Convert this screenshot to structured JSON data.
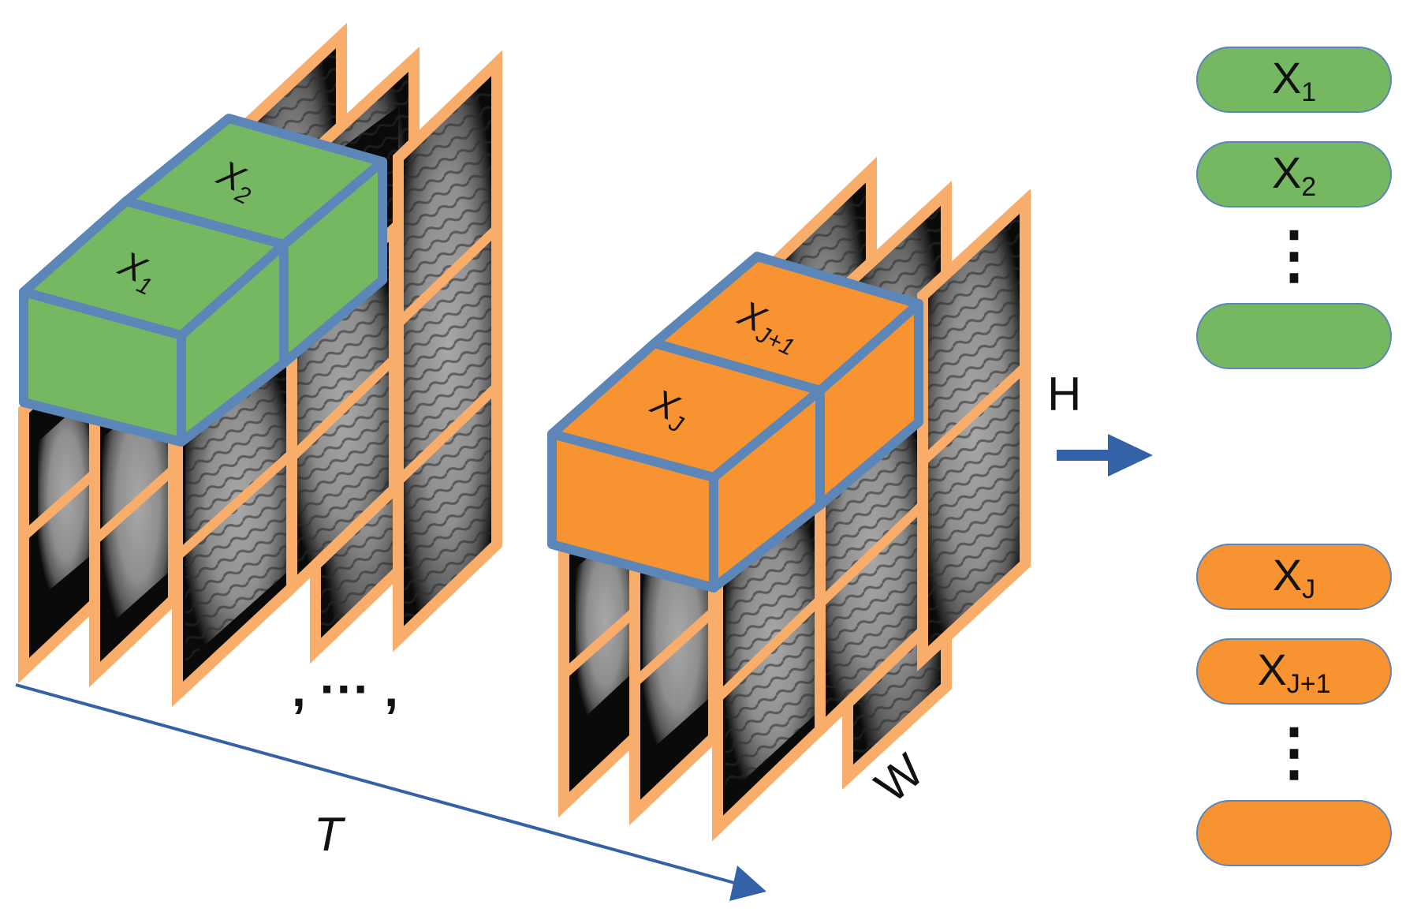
{
  "colors": {
    "frame": "#f9ad6a",
    "slice_bg": "#0a0a0a",
    "green": "#76b861",
    "orange": "#f79330",
    "cube_edge": "#5c86b8",
    "arrow": "#3462a8"
  },
  "volume_left": {
    "cube_labels": {
      "front": "X",
      "front_sub": "1",
      "back": "X",
      "back_sub": "2"
    }
  },
  "volume_right": {
    "cube_labels": {
      "front": "X",
      "front_sub": "J",
      "back": "X",
      "back_sub": "J+1"
    }
  },
  "ellipsis": ", ··· ,",
  "axes": {
    "time": "T",
    "height": "H",
    "width": "W"
  },
  "tokens": {
    "green": [
      {
        "main": "X",
        "sub": "1"
      },
      {
        "main": "X",
        "sub": "2"
      },
      {
        "main": "",
        "sub": ""
      }
    ],
    "orange": [
      {
        "main": "X",
        "sub": "J"
      },
      {
        "main": "X",
        "sub": "J+1"
      },
      {
        "main": "",
        "sub": ""
      }
    ],
    "dots": "⋮"
  }
}
